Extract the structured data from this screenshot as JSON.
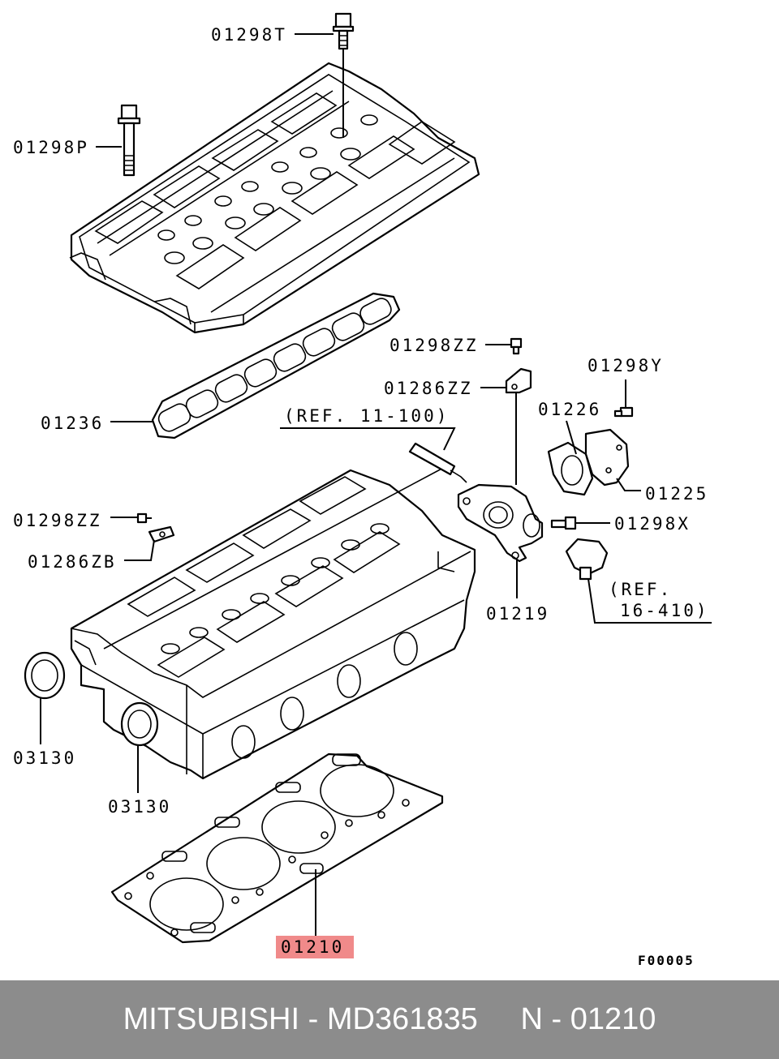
{
  "labels": {
    "bolt_t": "01298T",
    "bolt_p": "01298P",
    "gasket_manifold": "01236",
    "bolt_zz_a": "01298ZZ",
    "bracket_zz": "01286ZZ",
    "ref_sealant": "(REF. 11-100)",
    "bolt_y": "01298Y",
    "gasket_1226": "01226",
    "cover_1225": "01225",
    "bolt_zz_b": "01298ZZ",
    "bracket_zb": "01286ZB",
    "bolt_x": "01298X",
    "ref_sensor_1": "(REF.",
    "ref_sensor_2": "16-410)",
    "housing_1219": "01219",
    "seal_a": "03130",
    "seal_b": "03130",
    "head_gasket": "01210",
    "figure_code": "F00005"
  },
  "highlight_color": "#f08a8a",
  "footer": {
    "text": "MITSUBISHI - MD361835     N - 01210",
    "background": "#8c8c8c"
  }
}
